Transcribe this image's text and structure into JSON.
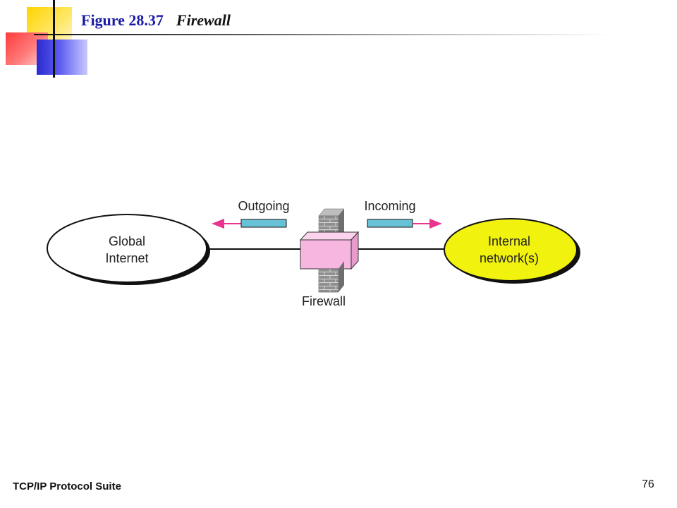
{
  "slide": {
    "title": "Figure 28.37",
    "caption": "Firewall",
    "footer": "TCP/IP Protocol Suite",
    "page_number": "76"
  },
  "diagram": {
    "global_line1": "Global",
    "global_line2": "Internet",
    "internal_line1": "Internal",
    "internal_line2": "network(s)",
    "outgoing_label": "Outgoing",
    "incoming_label": "Incoming",
    "firewall_label": "Firewall"
  },
  "colors": {
    "title": "#1a1aa8",
    "internal_fill": "#f2f20f",
    "firewall_box": "#f7b6e0",
    "arrow": "#e8368f",
    "traffic_bar": "#67c2d8",
    "wall": "#8a8a8a"
  }
}
